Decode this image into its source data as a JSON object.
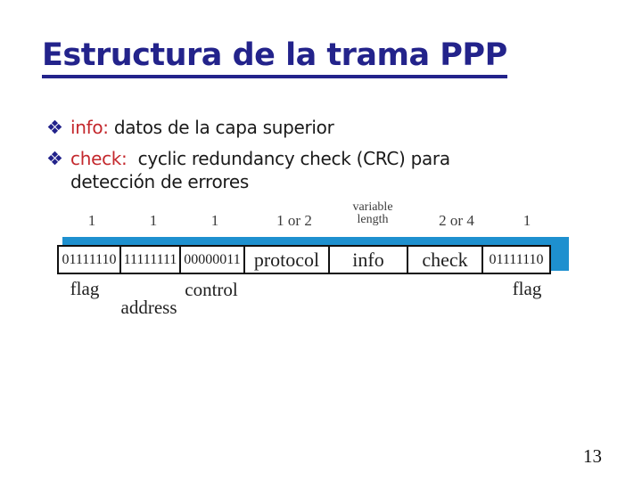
{
  "colors": {
    "title_navy": "#23238B",
    "keyword_red": "#C4282D",
    "body_black": "#1A1A1A",
    "bar_blue": "#1E90CF",
    "diagram_ink": "#1F1F1F"
  },
  "slide": {
    "title": "Estructura de la trama PPP",
    "page_number": "13"
  },
  "bullets": [
    {
      "keyword": "info:",
      "text": "datos de la capa superior"
    },
    {
      "keyword": "check:",
      "text": "cyclic redundancy check (CRC) para",
      "text_cont": "detección de errores"
    }
  ],
  "diagram": {
    "sizes": [
      [
        "1"
      ],
      [
        "1"
      ],
      [
        "1"
      ],
      [
        "1 or 2"
      ],
      [
        "variable",
        "length"
      ],
      [
        "2 or 4"
      ],
      [
        "1"
      ]
    ],
    "fields": [
      {
        "value": "01111110",
        "label": "flag"
      },
      {
        "value": "11111111",
        "label": "address"
      },
      {
        "value": "00000011",
        "label": "control"
      },
      {
        "value": "protocol",
        "label": ""
      },
      {
        "value": "info",
        "label": ""
      },
      {
        "value": "check",
        "label": ""
      },
      {
        "value": "01111110",
        "label": "flag"
      }
    ]
  }
}
